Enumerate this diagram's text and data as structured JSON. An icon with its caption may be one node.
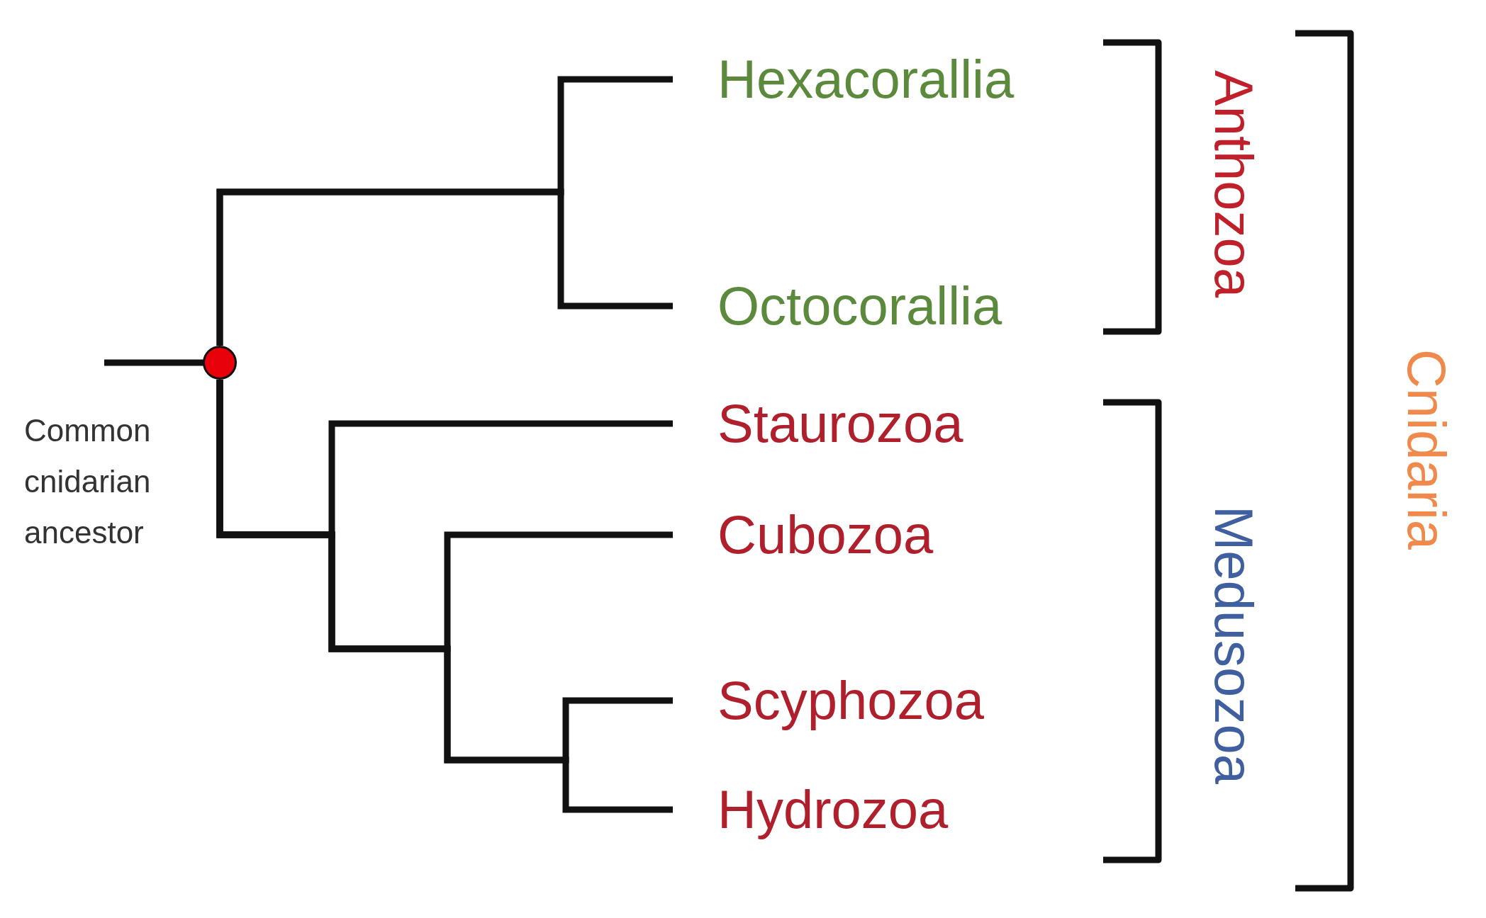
{
  "diagram": {
    "nodes": [
      {
        "text": [
          "Hexacorallia"
        ]
      },
      {
        "text": [
          "Octocorallia"
        ]
      },
      {
        "text": [
          "Staurozoa"
        ]
      },
      {
        "text": [
          "Cubozoa"
        ]
      },
      {
        "text": [
          "Scyphozoa"
        ]
      },
      {
        "text": [
          "Hydrozoa"
        ]
      },
      {
        "text": [],
        "shape": "circle",
        "beside": [
          "Common cnidarian ancestor"
        ]
      }
    ],
    "edges": [
      {
        "from": null,
        "to": 6,
        "arrow": "none"
      },
      {
        "from": 6,
        "to": 0,
        "arrow": "none"
      },
      {
        "from": 6,
        "to": 1,
        "arrow": "none"
      },
      {
        "from": 6,
        "to": 2,
        "arrow": "none"
      },
      {
        "from": 6,
        "to": 3,
        "arrow": "none"
      },
      {
        "from": 6,
        "to": 4,
        "arrow": "none"
      },
      {
        "from": 6,
        "to": 5,
        "arrow": "none"
      }
    ],
    "labels": [
      "Anthozoa",
      "Medusozoa",
      "Cnidaria"
    ]
  }
}
